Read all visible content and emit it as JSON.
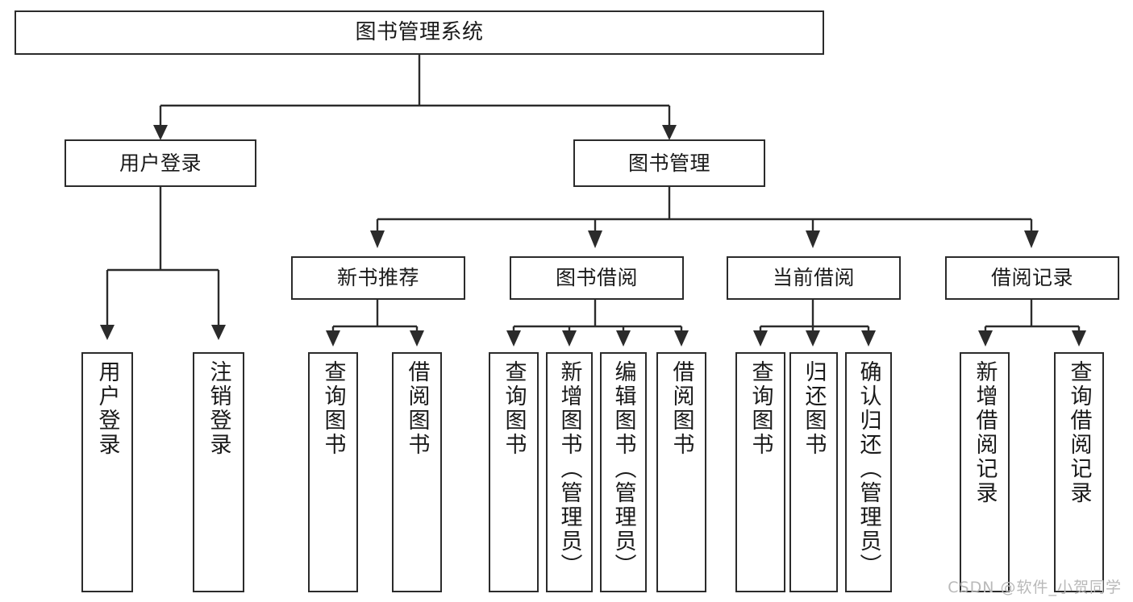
{
  "diagram": {
    "type": "tree",
    "title": "图书管理系统",
    "watermark": "CSDN @软件_小贺同学",
    "colors": {
      "background": "#ffffff",
      "box_border": "#2b2b2b",
      "box_fill": "#ffffff",
      "text": "#1a1a1a",
      "connector": "#2b2b2b",
      "watermark": "#b9b9b9"
    },
    "root": {
      "label": "图书管理系统"
    },
    "level2": [
      {
        "label": "用户登录"
      },
      {
        "label": "图书管理"
      }
    ],
    "level3": [
      {
        "label": "新书推荐"
      },
      {
        "label": "图书借阅"
      },
      {
        "label": "当前借阅"
      },
      {
        "label": "借阅记录"
      }
    ],
    "leaves": {
      "user_login": [
        {
          "label": "用户登录"
        },
        {
          "label": "注销登录"
        }
      ],
      "new_book_recommend": [
        {
          "label": "查询图书"
        },
        {
          "label": "借阅图书"
        }
      ],
      "book_borrow": [
        {
          "label": "查询图书"
        },
        {
          "label": "新增图书（管理员）"
        },
        {
          "label": "编辑图书（管理员）"
        },
        {
          "label": "借阅图书"
        }
      ],
      "current_borrow": [
        {
          "label": "查询图书"
        },
        {
          "label": "归还图书"
        },
        {
          "label": "确认归还（管理员）"
        }
      ],
      "borrow_record": [
        {
          "label": "新增借阅记录"
        },
        {
          "label": "查询借阅记录"
        }
      ]
    }
  }
}
